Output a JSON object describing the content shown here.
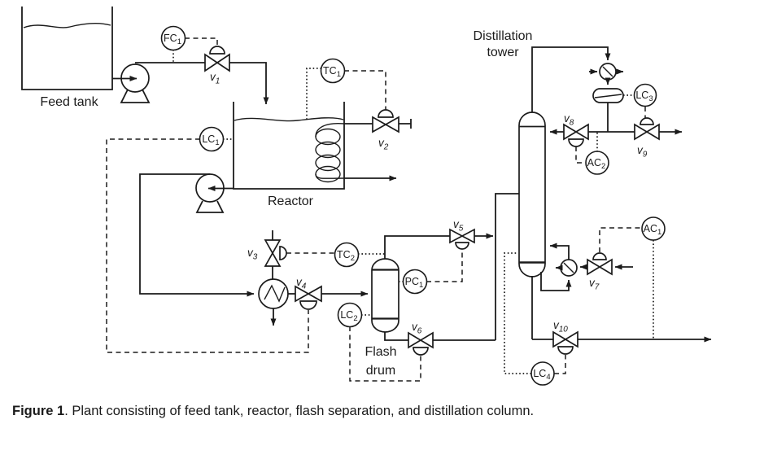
{
  "figure_caption": {
    "bold": "Figure 1",
    "rest": ". Plant consisting of feed tank, reactor, flash separation, and distillation column."
  },
  "equipment": {
    "feed_tank": "Feed tank",
    "reactor": "Reactor",
    "flash_drum_line1": "Flash",
    "flash_drum_line2": "drum",
    "tower_line1": "Distillation",
    "tower_line2": "tower"
  },
  "controllers": {
    "fc1": {
      "base": "FC",
      "sub": "1"
    },
    "lc1": {
      "base": "LC",
      "sub": "1"
    },
    "tc1": {
      "base": "TC",
      "sub": "1"
    },
    "tc2": {
      "base": "TC",
      "sub": "2"
    },
    "pc1": {
      "base": "PC",
      "sub": "1"
    },
    "lc2": {
      "base": "LC",
      "sub": "2"
    },
    "lc3": {
      "base": "LC",
      "sub": "3"
    },
    "lc4": {
      "base": "LC",
      "sub": "4"
    },
    "ac1": {
      "base": "AC",
      "sub": "1"
    },
    "ac2": {
      "base": "AC",
      "sub": "2"
    }
  },
  "valves": {
    "v1": {
      "base": "v",
      "sub": "1"
    },
    "v2": {
      "base": "v",
      "sub": "2"
    },
    "v3": {
      "base": "v",
      "sub": "3"
    },
    "v4": {
      "base": "v",
      "sub": "4"
    },
    "v5": {
      "base": "v",
      "sub": "5"
    },
    "v6": {
      "base": "v",
      "sub": "6"
    },
    "v7": {
      "base": "v",
      "sub": "7"
    },
    "v8": {
      "base": "v",
      "sub": "8"
    },
    "v9": {
      "base": "v",
      "sub": "9"
    },
    "v10": {
      "base": "v",
      "sub": "10"
    }
  },
  "colors": {
    "line": "#1b1b1b",
    "background": "#ffffff"
  }
}
